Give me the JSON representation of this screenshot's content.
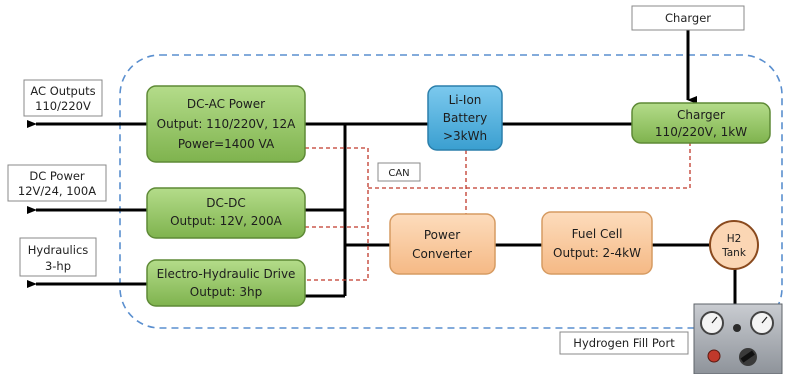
{
  "external_labels": {
    "charger_input": "Charger",
    "ac_outputs": [
      "AC Outputs",
      "110/220V"
    ],
    "dc_power": [
      "DC Power",
      "12V/24, 100A"
    ],
    "hydraulics": [
      "Hydraulics",
      "3-hp"
    ],
    "can": "CAN",
    "fill_port": "Hydrogen Fill Port"
  },
  "blocks": {
    "dc_ac": [
      "DC-AC Power",
      "Output: 110/220V, 12A",
      "Power=1400 VA"
    ],
    "dc_dc": [
      "DC-DC",
      "Output: 12V, 200A"
    ],
    "electro_hydraulic": [
      "Electro-Hydraulic Drive",
      "Output: 3hp"
    ],
    "battery": [
      "Li-Ion",
      "Battery",
      ">3kWh"
    ],
    "charger": [
      "Charger",
      "110/220V, 1kW"
    ],
    "power_converter": [
      "Power",
      "Converter"
    ],
    "fuel_cell": [
      "Fuel Cell",
      "Output: 2-4kW"
    ],
    "h2_tank": [
      "H2",
      "Tank"
    ]
  },
  "colors": {
    "green": "#8cc35a",
    "green_dark": "#5e8a36",
    "blue": "#4aaad8",
    "orange": "#f8c79a",
    "orange_dark": "#d69b62",
    "tank": "#fbd6b4",
    "boundary": "#5a8fcf",
    "can_line": "#c0392b"
  }
}
